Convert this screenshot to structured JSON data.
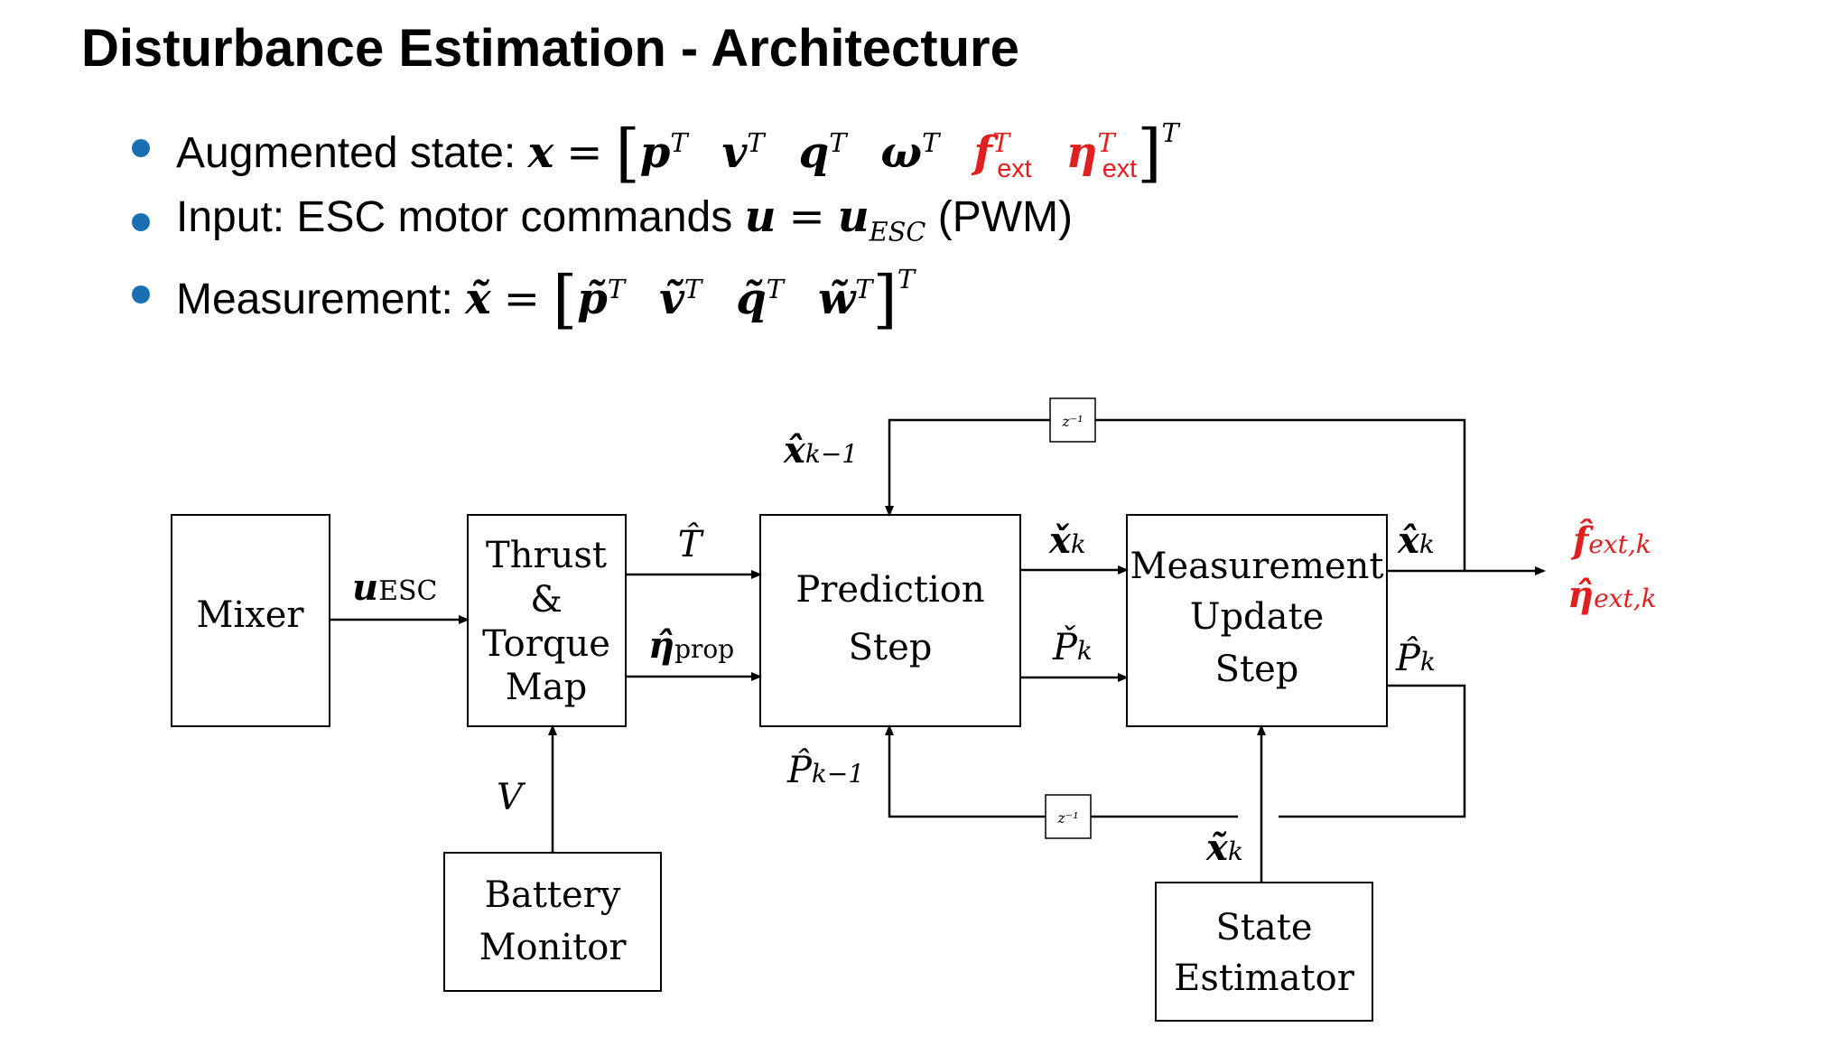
{
  "slide": {
    "title": "Disturbance Estimation - Architecture",
    "bullets": [
      {
        "label": "Augmented state:",
        "symbol": "x",
        "components": [
          "p",
          "v",
          "q",
          "ω",
          "f",
          "η"
        ],
        "ext_subscript": "ext",
        "transpose": "T"
      },
      {
        "label": "Input: ESC motor commands",
        "symbol": "u",
        "rhs": "u",
        "rhs_subscript": "ESC",
        "suffix": "(PWM)"
      },
      {
        "label": "Measurement:",
        "symbol": "x̃",
        "components": [
          "p̃",
          "ṽ",
          "q̃",
          "w̃"
        ],
        "transpose": "T"
      }
    ],
    "accent_color": "#1a6eb4",
    "highlight_color": "#e02020"
  },
  "diagram": {
    "blocks": {
      "mixer": "Mixer",
      "thrust_torque_map": [
        "Thrust",
        "&",
        "Torque",
        "Map"
      ],
      "prediction_step": [
        "Prediction",
        "Step"
      ],
      "measurement_update": [
        "Measurement",
        "Update",
        "Step"
      ],
      "battery_monitor": [
        "Battery",
        "Monitor"
      ],
      "state_estimator": [
        "State",
        "Estimator"
      ]
    },
    "delay_label": "z⁻¹",
    "signals": {
      "u_esc": {
        "symbol": "u",
        "sub": "ESC"
      },
      "thrust": {
        "symbol": "T̂"
      },
      "eta_prop": {
        "symbol": "η̂",
        "sub": "prop"
      },
      "x_check": {
        "symbol": "x̌",
        "sub": "k"
      },
      "P_check": {
        "symbol": "P̌",
        "sub": "k"
      },
      "x_hat_k": {
        "symbol": "x̂",
        "sub": "k"
      },
      "P_hat_k": {
        "symbol": "P̂",
        "sub": "k"
      },
      "x_hat_prev": {
        "symbol": "x̂",
        "sub": "k−1"
      },
      "P_hat_prev": {
        "symbol": "P̂",
        "sub": "k−1"
      },
      "voltage": {
        "symbol": "V"
      },
      "x_tilde_k": {
        "symbol": "x̃",
        "sub": "k"
      },
      "f_ext_out": {
        "symbol": "f̂",
        "sub": "ext,k"
      },
      "eta_ext_out": {
        "symbol": "η̂",
        "sub": "ext,k"
      }
    }
  }
}
